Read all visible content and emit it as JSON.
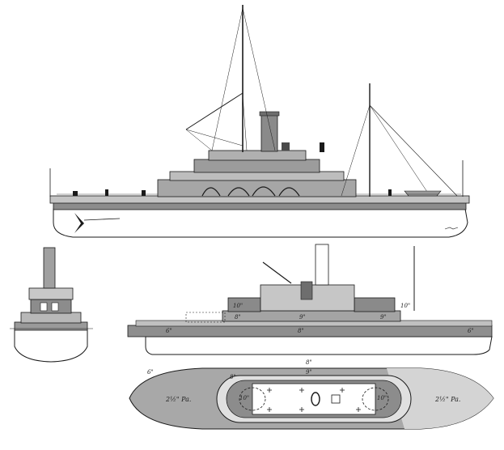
{
  "colors": {
    "ink": "#1a1a1a",
    "paper": "#ffffff",
    "hull_gray": "#9a9a9a",
    "deck_gray": "#b4b4b4",
    "dark_gray": "#6e6e6e",
    "light_gray": "#d8d8d8"
  },
  "views": {
    "side_elevation": {
      "name": "side-elevation"
    },
    "end_view": {
      "name": "end-view"
    },
    "armour_profile": {
      "labels": {
        "turret_fore": "10\"",
        "turret_aft": "10\"",
        "breastwork_fore": "8\"",
        "breastwork_mid": "9\"",
        "breastwork_aft": "9\"",
        "belt_fore": "6\"",
        "belt_mid": "8\"",
        "belt_aft": "6\""
      }
    },
    "armour_plan": {
      "labels": {
        "deck_fore": "2½\" Pa.",
        "deck_aft": "2½\" Pa.",
        "bulkhead_top": "8\"",
        "bulkhead_top2": "9\"",
        "bulkhead_left": "8\"",
        "turret_left": "10\"",
        "turret_right": "10\"",
        "stem": "6\""
      }
    }
  }
}
